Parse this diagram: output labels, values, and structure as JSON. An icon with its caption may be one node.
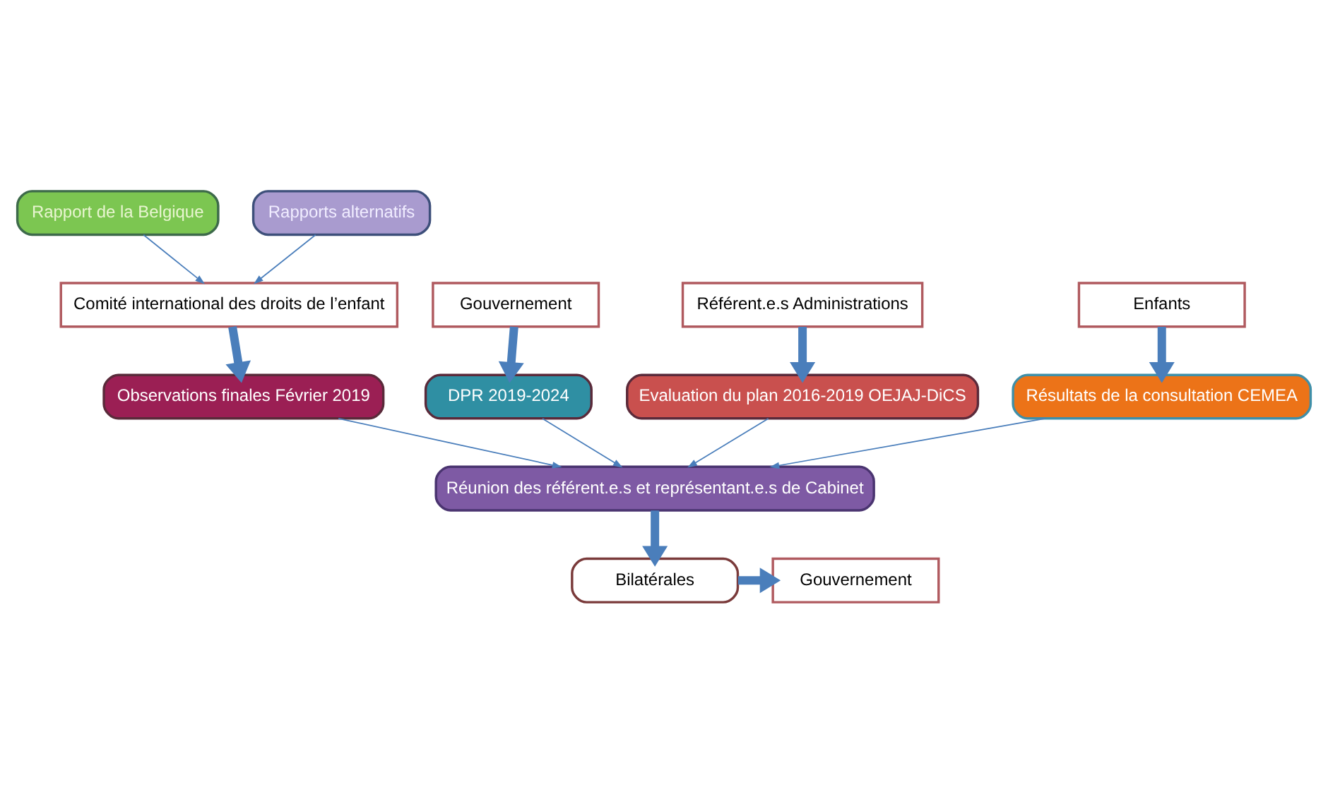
{
  "diagram": {
    "nodes": [
      {
        "text": [
          "Rapport de la Belgique"
        ]
      },
      {
        "text": [
          "Rapports alternatifs"
        ]
      },
      {
        "text": [
          "Comité international des droits de l’enfant"
        ]
      },
      {
        "text": [
          "Gouvernement"
        ]
      },
      {
        "text": [
          "Référent.e.s Administrations"
        ]
      },
      {
        "text": [
          "Enfants"
        ]
      },
      {
        "text": [
          "Observations finales Février 2019"
        ]
      },
      {
        "text": [
          "DPR 2019-2024"
        ]
      },
      {
        "text": [
          "Evaluation du plan 2016-2019 OEJAJ-DiCS"
        ]
      },
      {
        "text": [
          "Résultats de la consultation CEMEA"
        ]
      },
      {
        "text": [
          "Réunion des référent.e.s et représentant.e.s de Cabinet"
        ]
      },
      {
        "text": [
          "Bilatérales"
        ]
      },
      {
        "text": [
          "Gouvernement"
        ]
      }
    ],
    "edges": [
      {
        "from": 0,
        "to": 2,
        "arrow": "to"
      },
      {
        "from": 1,
        "to": 2,
        "arrow": "to"
      },
      {
        "from": 2,
        "to": 6,
        "arrow": "to",
        "style": "thick"
      },
      {
        "from": 3,
        "to": 7,
        "arrow": "to",
        "style": "thick"
      },
      {
        "from": 4,
        "to": 8,
        "arrow": "to",
        "style": "thick"
      },
      {
        "from": 5,
        "to": 9,
        "arrow": "to",
        "style": "thick"
      },
      {
        "from": 6,
        "to": 10,
        "arrow": "to"
      },
      {
        "from": 7,
        "to": 10,
        "arrow": "to"
      },
      {
        "from": 8,
        "to": 10,
        "arrow": "to"
      },
      {
        "from": 9,
        "to": 10,
        "arrow": "to"
      },
      {
        "from": 10,
        "to": 11,
        "arrow": "to",
        "style": "thick"
      },
      {
        "from": 11,
        "to": 12,
        "arrow": "to",
        "style": "thick"
      }
    ]
  }
}
